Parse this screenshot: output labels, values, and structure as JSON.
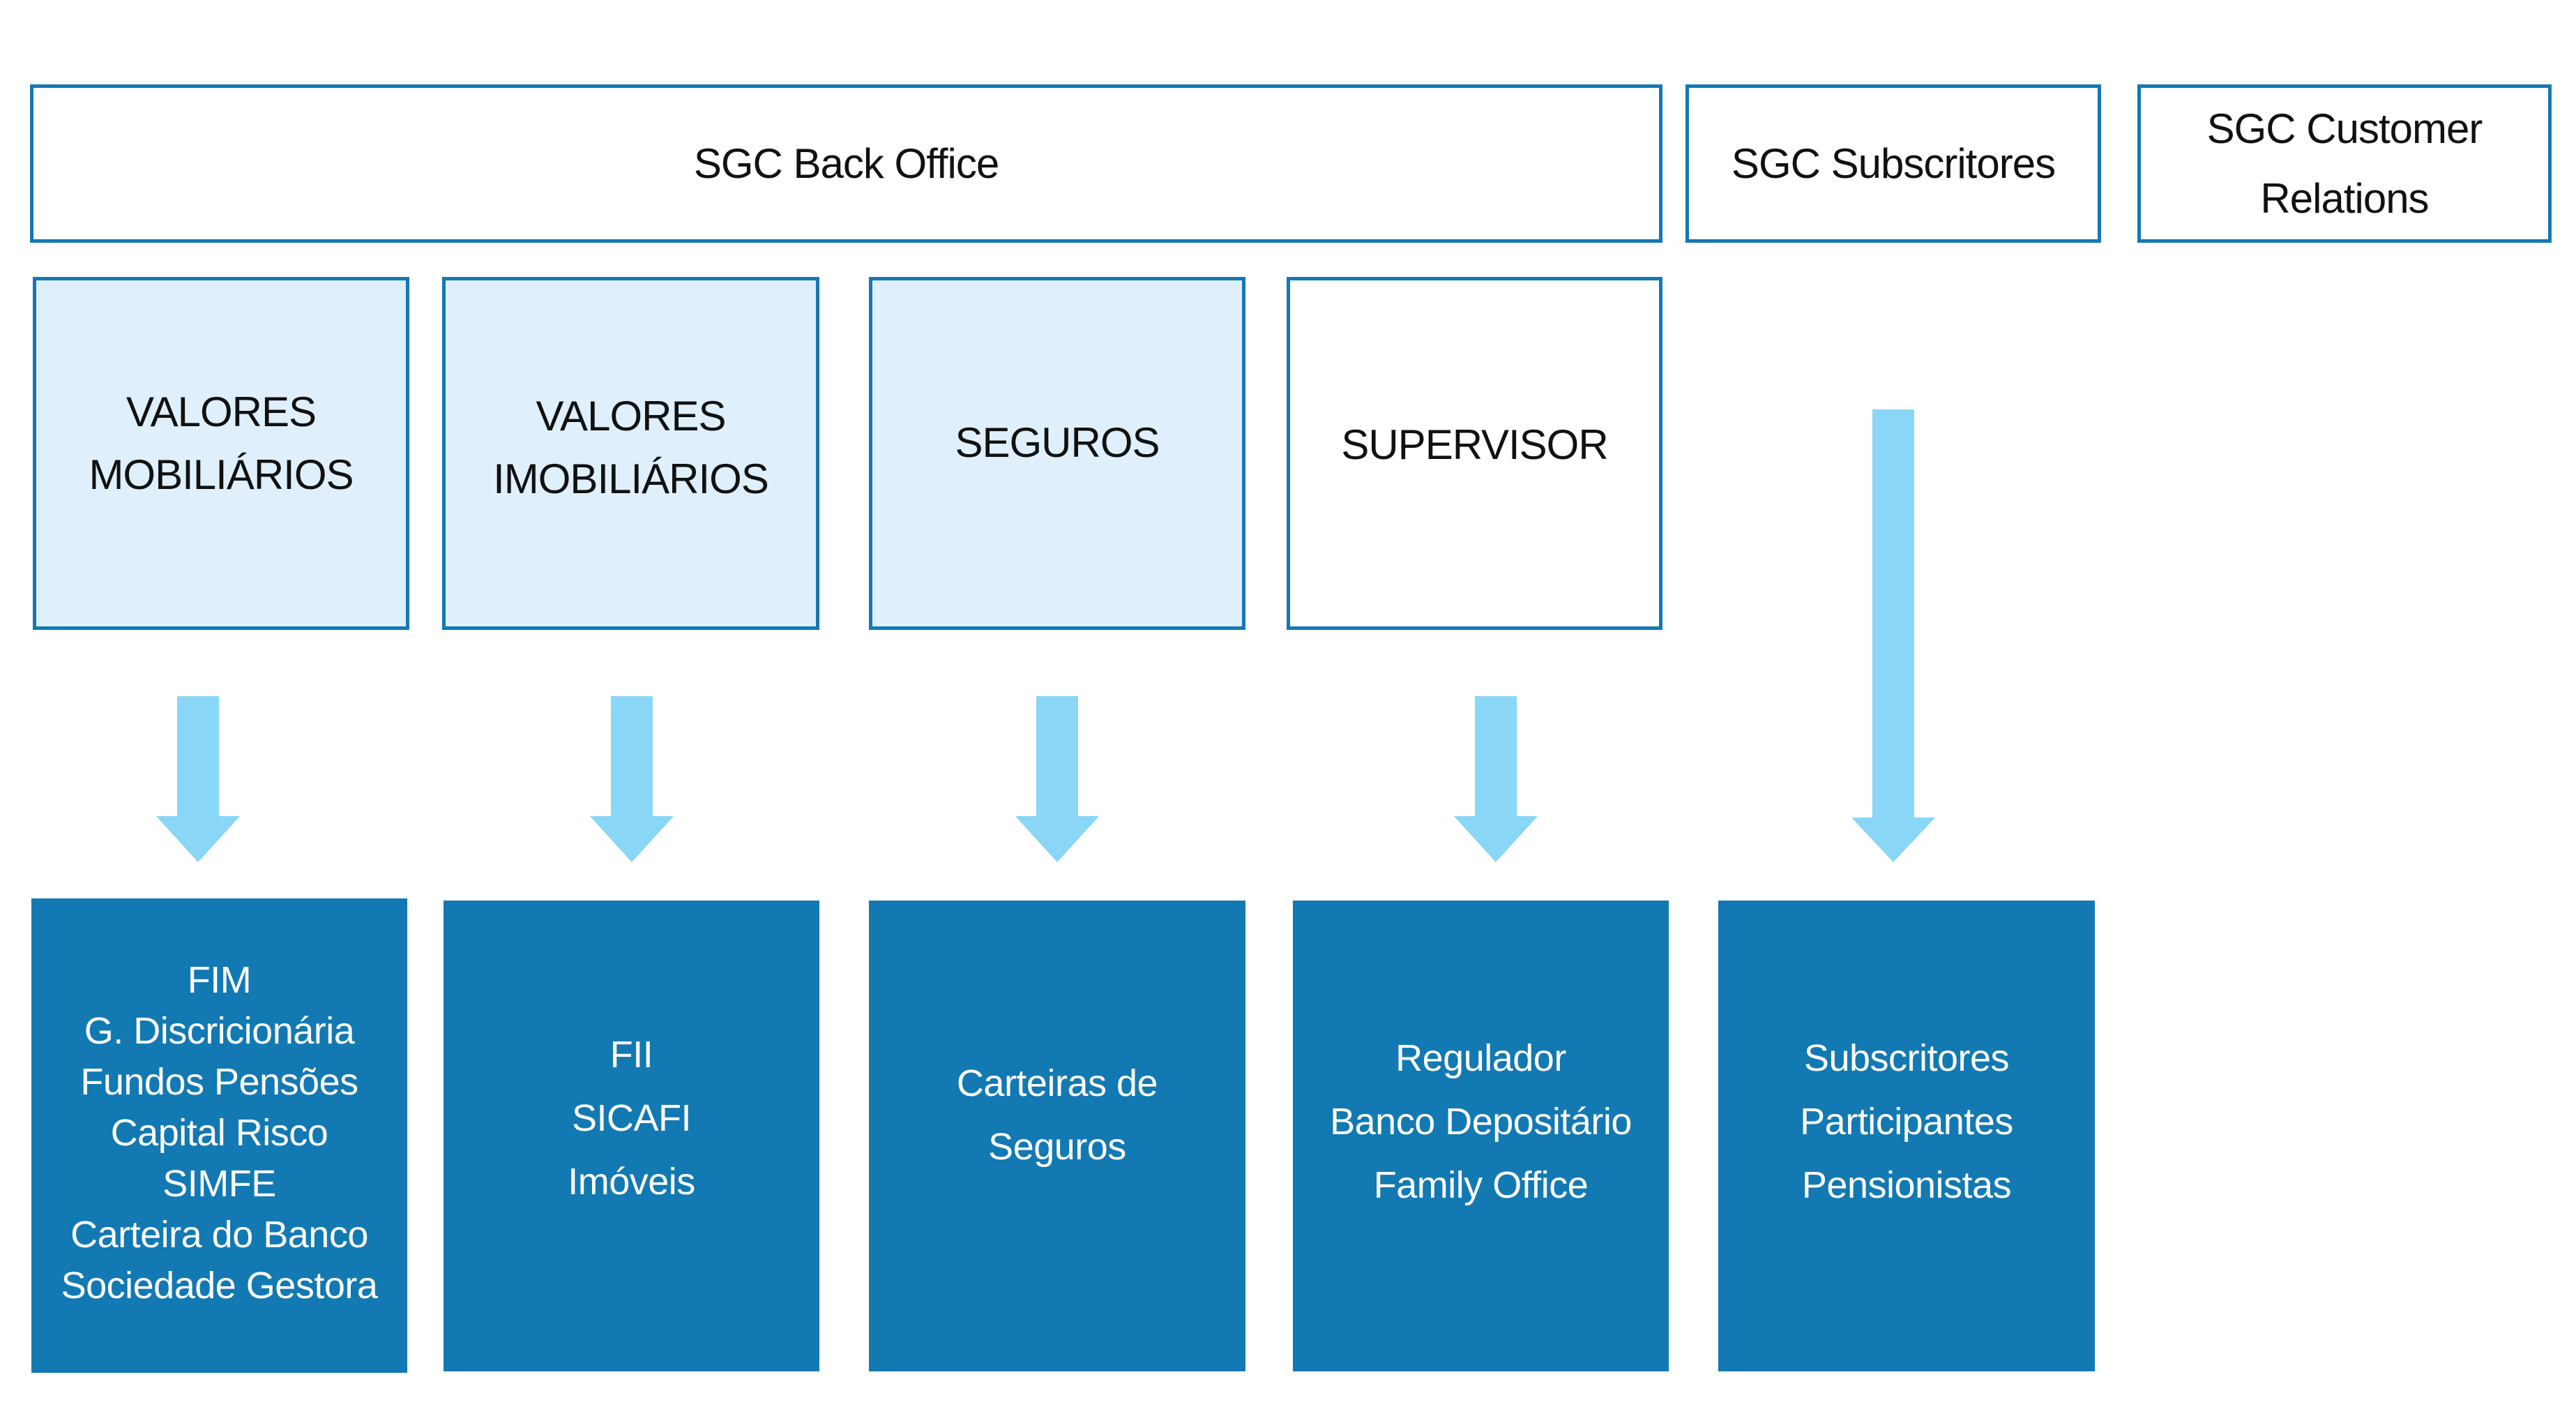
{
  "colors": {
    "border": "#1478b4",
    "light_fill": "#dff0fc",
    "dark_fill": "#1279b2",
    "arrow": "#89d6f6",
    "text_dark": "#111111",
    "text_light": "#ffffff"
  },
  "headers": {
    "back_office": "SGC Back Office",
    "subscritores": "SGC Subscritores",
    "customer_relations": [
      "SGC Customer",
      "Relations"
    ]
  },
  "categories": [
    {
      "lines": [
        "VALORES",
        "MOBILIÁRIOS"
      ]
    },
    {
      "lines": [
        "VALORES",
        "IMOBILIÁRIOS"
      ]
    },
    {
      "lines": [
        "SEGUROS"
      ]
    },
    {
      "lines": [
        "SUPERVISOR"
      ]
    }
  ],
  "leaves": [
    {
      "items": [
        "FIM",
        "G. Discricionária",
        "Fundos Pensões",
        "Capital Risco",
        "SIMFE",
        "Carteira do Banco",
        "Sociedade Gestora"
      ]
    },
    {
      "items": [
        "FII",
        "SICAFI",
        "Imóveis"
      ]
    },
    {
      "items": [
        "Carteiras de",
        "Seguros"
      ]
    },
    {
      "items": [
        "Regulador",
        "Banco Depositário",
        "Family Office"
      ]
    },
    {
      "items": [
        "Subscritores",
        "Participantes",
        "Pensionistas"
      ]
    }
  ],
  "arrows": [
    {
      "from": "VALORES MOBILIÁRIOS",
      "to": "leaf-1",
      "icon": "arrow-down-icon"
    },
    {
      "from": "VALORES IMOBILIÁRIOS",
      "to": "leaf-2",
      "icon": "arrow-down-icon"
    },
    {
      "from": "SEGUROS",
      "to": "leaf-3",
      "icon": "arrow-down-icon"
    },
    {
      "from": "SUPERVISOR",
      "to": "leaf-4",
      "icon": "arrow-down-icon"
    },
    {
      "from": "SGC Subscritores",
      "to": "leaf-5",
      "icon": "arrow-down-icon"
    }
  ]
}
